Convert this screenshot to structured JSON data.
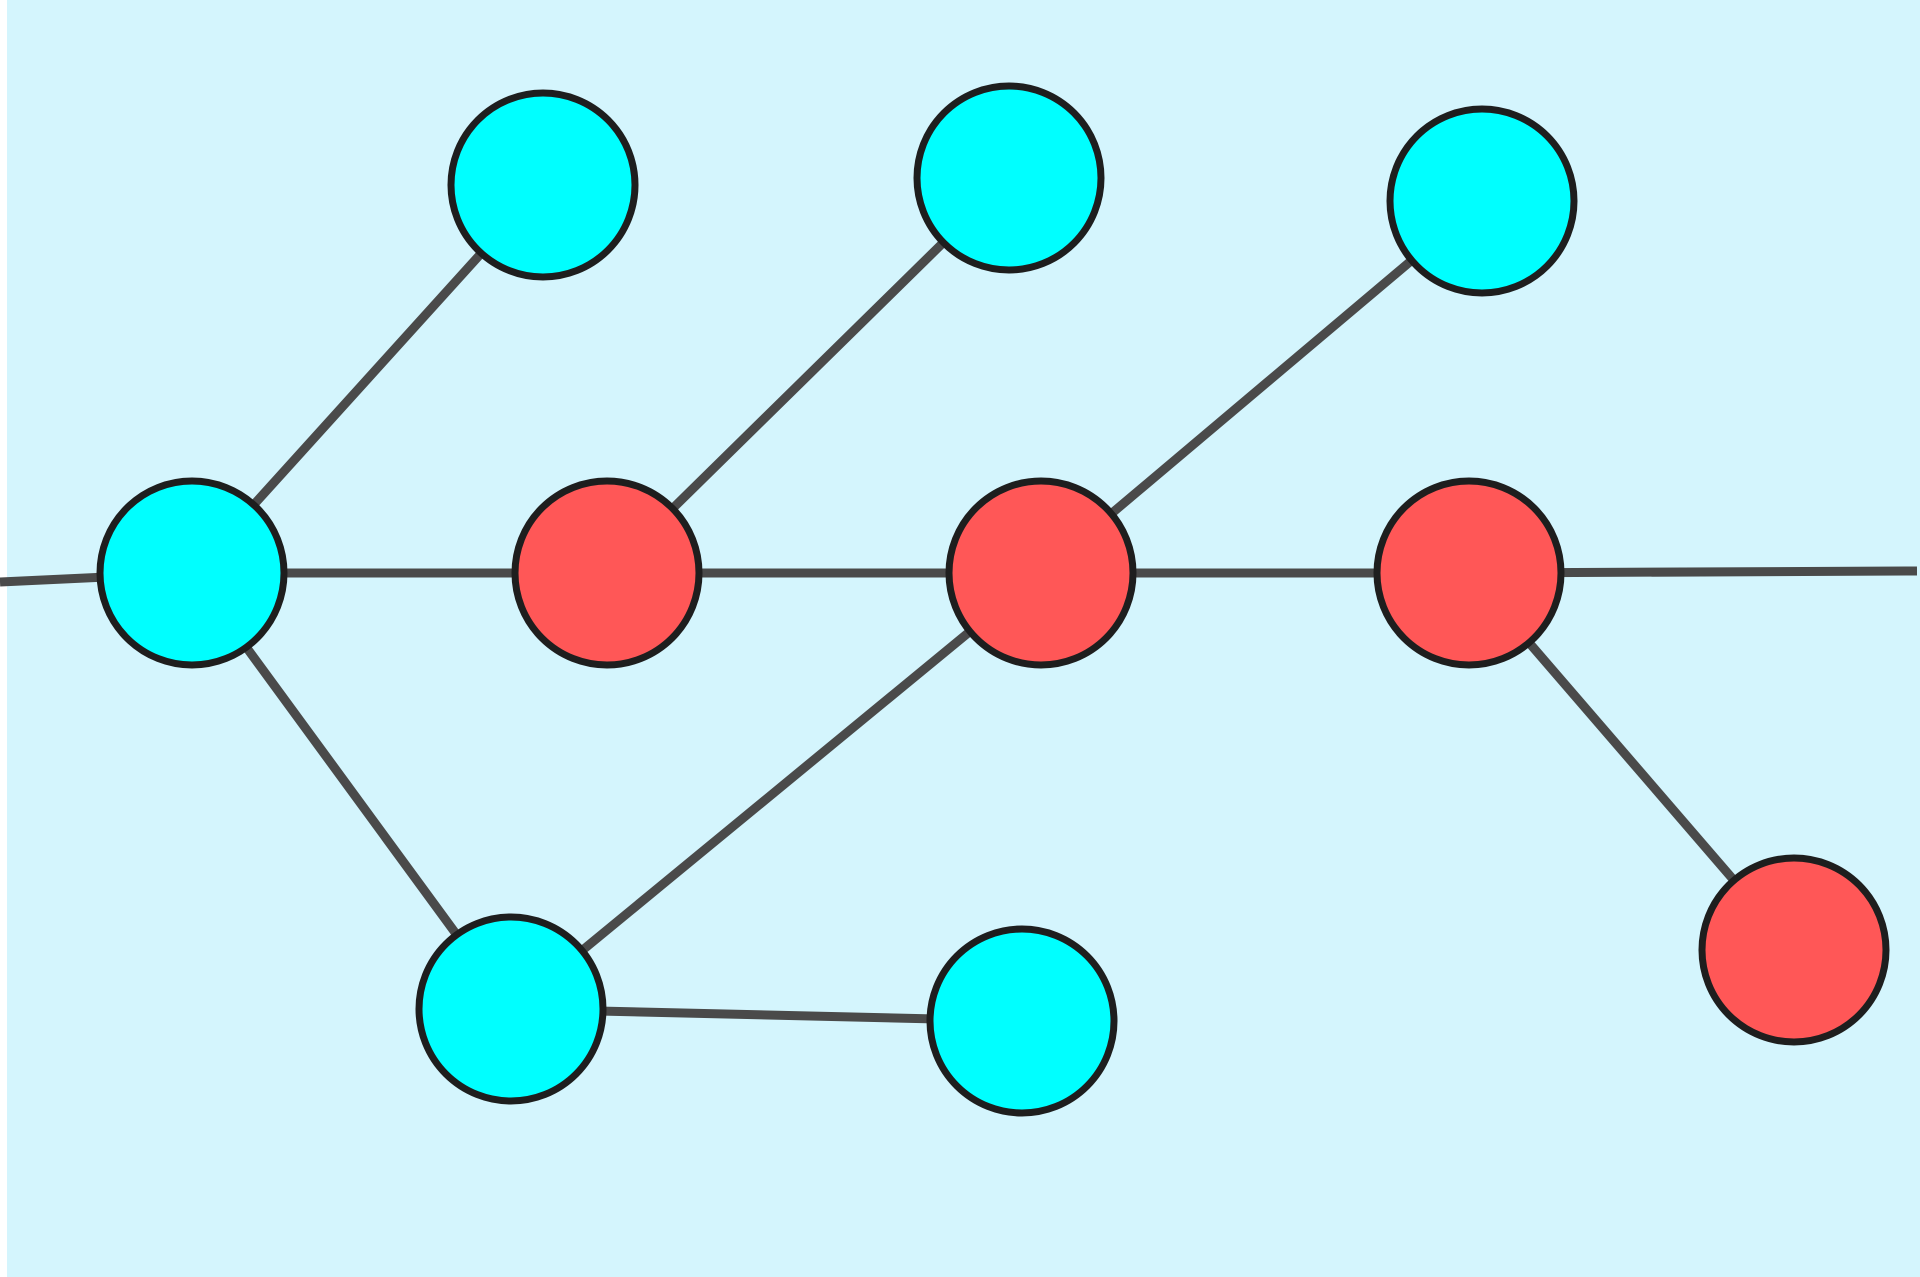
{
  "colors": {
    "background": "#d4f5fd",
    "edge": "#4a4a4a",
    "node_stroke": "#1e1e1e",
    "cyan_node": "#00ffff",
    "red_node": "#ff5757"
  },
  "graph": {
    "nodes": [
      {
        "id": "n1",
        "color": "cyan"
      },
      {
        "id": "n2",
        "color": "cyan"
      },
      {
        "id": "n3",
        "color": "cyan"
      },
      {
        "id": "n4",
        "color": "cyan"
      },
      {
        "id": "n5",
        "color": "red"
      },
      {
        "id": "n6",
        "color": "red"
      },
      {
        "id": "n7",
        "color": "red"
      },
      {
        "id": "n8",
        "color": "cyan"
      },
      {
        "id": "n9",
        "color": "cyan"
      },
      {
        "id": "n10",
        "color": "red"
      }
    ],
    "edges": [
      {
        "from": "left-boundary",
        "to": "n4"
      },
      {
        "from": "n4",
        "to": "n1"
      },
      {
        "from": "n4",
        "to": "n5"
      },
      {
        "from": "n4",
        "to": "n8"
      },
      {
        "from": "n5",
        "to": "n2"
      },
      {
        "from": "n5",
        "to": "n6"
      },
      {
        "from": "n6",
        "to": "n3"
      },
      {
        "from": "n6",
        "to": "n7"
      },
      {
        "from": "n6",
        "to": "n8"
      },
      {
        "from": "n7",
        "to": "n10"
      },
      {
        "from": "n7",
        "to": "right-boundary"
      },
      {
        "from": "n8",
        "to": "n9"
      }
    ]
  }
}
